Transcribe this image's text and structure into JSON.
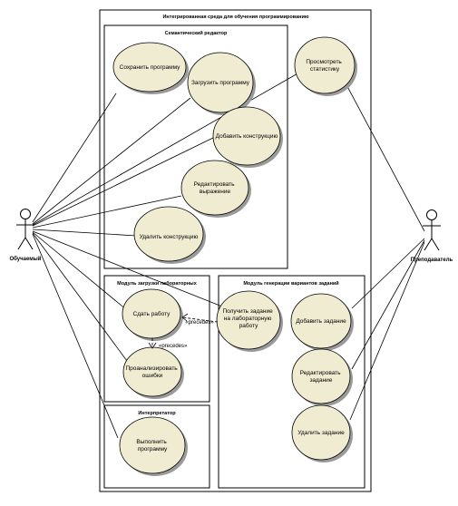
{
  "system": {
    "title": "Интегрированная среда для обучения программированию"
  },
  "packages": {
    "editor": {
      "title": "Семантический редактор"
    },
    "lab_works": {
      "title": "Модуль загрузки лабораторных"
    },
    "interpreter": {
      "title": "Интерпретатор"
    },
    "tasks": {
      "title": "Модуль генерации вариантов заданий"
    }
  },
  "actors": {
    "student": {
      "name": "Обучаемый"
    },
    "teacher": {
      "name": "Преподаватель"
    }
  },
  "use_cases": {
    "save": {
      "lines": [
        "Сохранить программу"
      ]
    },
    "load": {
      "lines": [
        "Загрузить программу"
      ]
    },
    "add_construct": {
      "lines": [
        "Добавить конструкцию"
      ]
    },
    "edit_expr": {
      "lines": [
        "Редактировать",
        "выражение"
      ]
    },
    "delete_construct": {
      "lines": [
        "Удалить конструкцию"
      ]
    },
    "stats": {
      "lines": [
        "Просмотреть",
        "статистику"
      ]
    },
    "submit": {
      "lines": [
        "Сдать работу"
      ]
    },
    "analyze": {
      "lines": [
        "Проанализировать",
        "ошибки"
      ]
    },
    "get_task": {
      "lines": [
        "Получить задание",
        "на лабораторную",
        "работу"
      ]
    },
    "add_task": {
      "lines": [
        "Добавить задание"
      ]
    },
    "edit_task": {
      "lines": [
        "Редактировать",
        "задание"
      ]
    },
    "delete_task": {
      "lines": [
        "Удалить задание"
      ]
    },
    "run": {
      "lines": [
        "Выполнить",
        "программу"
      ]
    }
  },
  "relations": {
    "precedes_1": "«precedes»",
    "precedes_2": "«precedes»"
  }
}
